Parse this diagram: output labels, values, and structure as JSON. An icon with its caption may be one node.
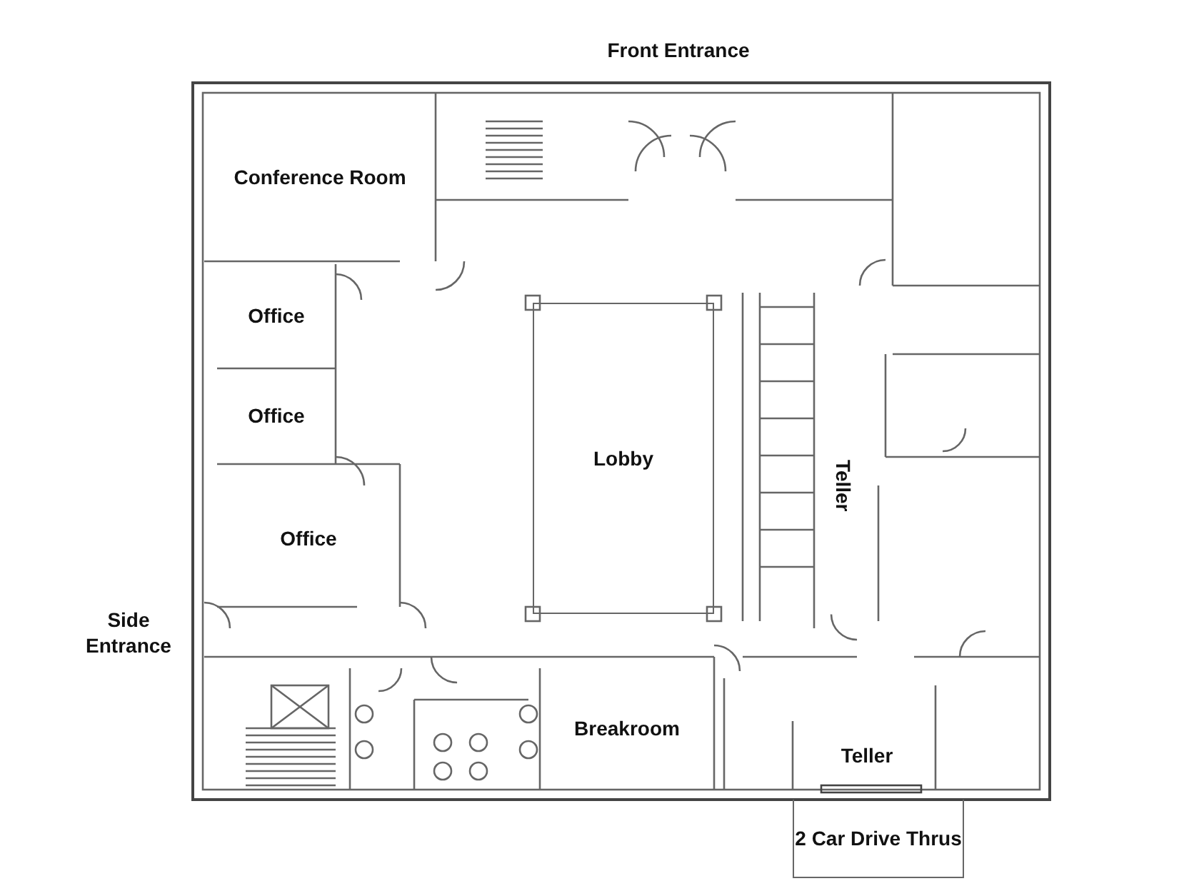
{
  "diagram": {
    "nodes": [
      {
        "text": [
          "Conference Room"
        ]
      },
      {
        "text": [
          "Office"
        ]
      },
      {
        "text": [
          "Office"
        ]
      },
      {
        "text": [
          "Office"
        ]
      },
      {
        "text": [
          "Lobby"
        ]
      },
      {
        "text": [
          "Teller"
        ]
      },
      {
        "text": [
          "Breakroom"
        ]
      },
      {
        "text": [
          "Teller"
        ]
      },
      {
        "text": [
          "2 Car Drive Thrus"
        ]
      }
    ],
    "labels": [
      "Front Entrance",
      "Side Entrance"
    ]
  }
}
